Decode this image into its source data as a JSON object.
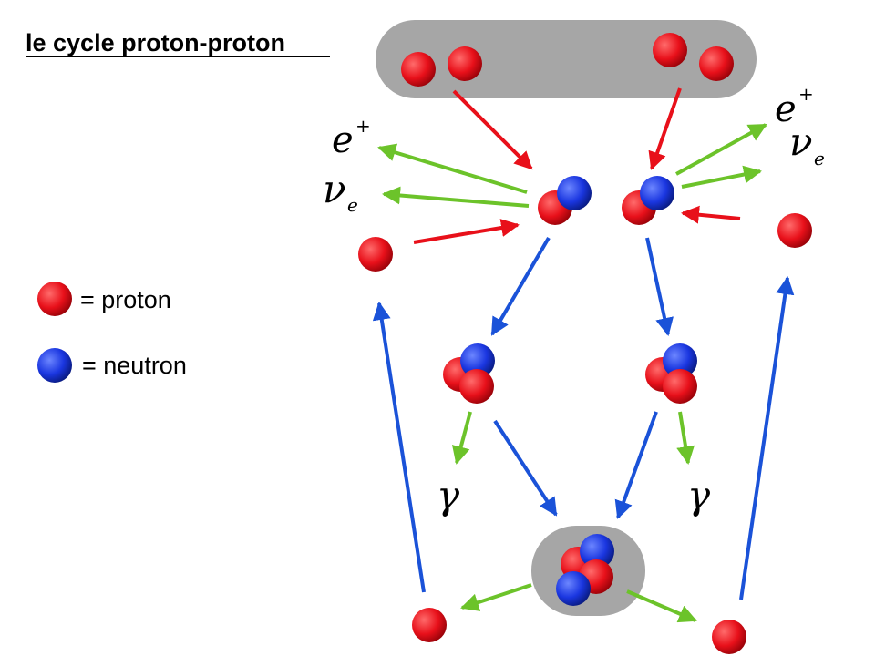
{
  "title": "le cycle proton-proton",
  "legend": {
    "proton_label": "= proton",
    "neutron_label": "= neutron"
  },
  "symbols": {
    "positron_base": "e",
    "positron_sup": "+",
    "neutrino_base": "ν",
    "neutrino_sub": "e",
    "gamma": "γ"
  },
  "colors": {
    "proton": "#e8101a",
    "neutron": "#1a36e0",
    "arrow_red": "#e8101a",
    "arrow_green": "#6cc32a",
    "arrow_blue": "#1a52d8",
    "group_box": "#a6a6a6"
  }
}
